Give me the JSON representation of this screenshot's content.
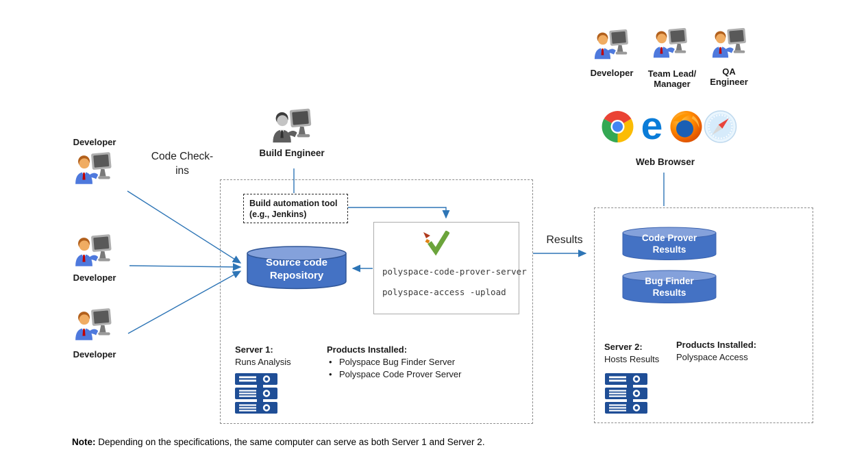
{
  "colors": {
    "arrow": "#2E75B6",
    "cylinder-body": "#4472C4",
    "cylinder-top": "#84A1DB",
    "cylinder-stroke": "#2F5597",
    "rack-blue": "#1F4E96",
    "dash-gray": "#8C8C8C"
  },
  "actors": {
    "dev1": "Developer",
    "dev2": "Developer",
    "dev3": "Developer",
    "build_engineer": "Build Engineer"
  },
  "top_right": {
    "developer": "Developer",
    "team_lead_line1": "Team Lead/",
    "team_lead_line2": "Manager",
    "qa_line1": "QA",
    "qa_line2": "Engineer",
    "web_browser": "Web Browser",
    "browsers": [
      "Chrome",
      "Edge",
      "Firefox",
      "Safari"
    ]
  },
  "flow": {
    "code_checkins": "Code Check-ins",
    "results": "Results"
  },
  "build_box": {
    "line1": "Build automation tool",
    "line2": "(e.g., Jenkins)"
  },
  "repo": {
    "line1": "Source code",
    "line2": "Repository"
  },
  "commands": {
    "cmd1": "polyspace-code-prover-server",
    "cmd2": "polyspace-access -upload"
  },
  "server1": {
    "title": "Server 1:",
    "subtitle": "Runs Analysis",
    "products_title": "Products Installed:",
    "product1": "Polyspace Bug Finder Server",
    "product2": "Polyspace Code Prover Server"
  },
  "server2": {
    "title": "Server 2:",
    "subtitle": "Hosts Results",
    "products_title": "Products Installed:",
    "product1": "Polyspace Access",
    "cyl1_line1": "Code Prover",
    "cyl1_line2": "Results",
    "cyl2_line1": "Bug Finder",
    "cyl2_line2": "Results"
  },
  "note": {
    "label": "Note:",
    "text": "Depending on the specifications, the same computer can serve as both Server 1 and Server 2."
  }
}
